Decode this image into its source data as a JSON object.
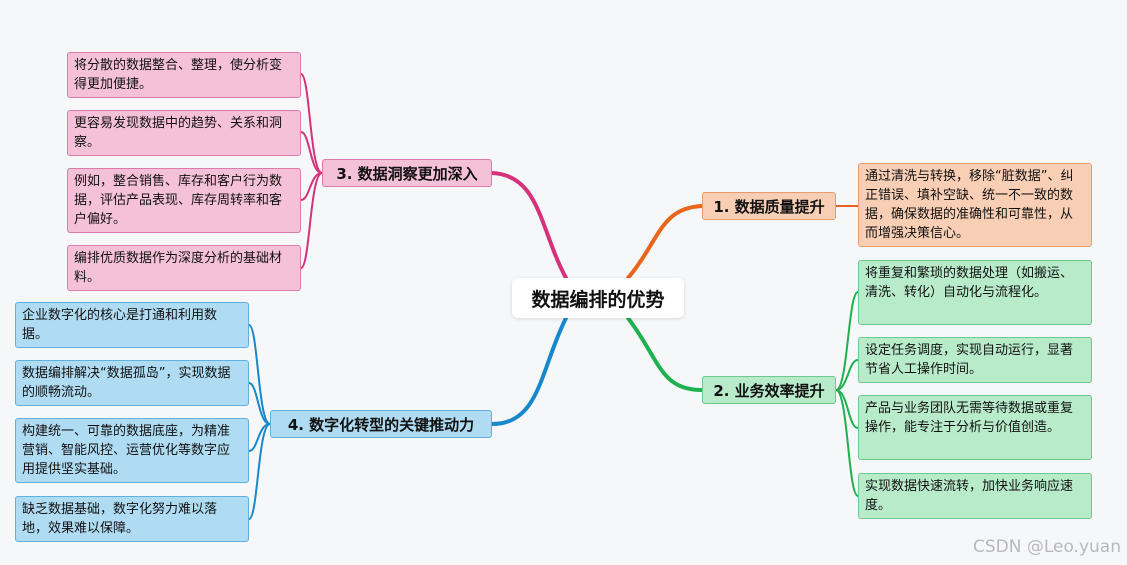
{
  "root": "数据编排的优势",
  "branches": {
    "b1": {
      "title": "1. 数据质量提升",
      "items": [
        "通过清洗与转换，移除“脏数据”、纠正错误、填补空缺、统一不一致的数据，确保数据的准确性和可靠性，从而增强决策信心。"
      ]
    },
    "b2": {
      "title": "2. 业务效率提升",
      "items": [
        "将重复和繁琐的数据处理（如搬运、清洗、转化）自动化与流程化。",
        "设定任务调度，实现自动运行，显著节省人工操作时间。",
        "产品与业务团队无需等待数据或重复操作，能专注于分析与价值创造。",
        "实现数据快速流转，加快业务响应速度。"
      ]
    },
    "b3": {
      "title": "3. 数据洞察更加深入",
      "items": [
        "将分散的数据整合、整理，使分析变得更加便捷。",
        "更容易发现数据中的趋势、关系和洞察。",
        "例如，整合销售、库存和客户行为数据，评估产品表现、库存周转率和客户偏好。",
        "编排优质数据作为深度分析的基础材料。"
      ]
    },
    "b4": {
      "title": "4. 数字化转型的关键推动力",
      "items": [
        "企业数字化的核心是打通和利用数据。",
        "数据编排解决“数据孤岛”，实现数据的顺畅流动。",
        "构建统一、可靠的数据底座，为精准营销、智能风控、运营优化等数字应用提供坚实基础。",
        "缺乏数据基础，数字化努力难以落地，效果难以保障。"
      ]
    }
  },
  "colors": {
    "b1": "#e8651c",
    "b2": "#1fb14f",
    "b3": "#d6327c",
    "b4": "#1788cc"
  },
  "watermark": "CSDN @Leo.yuan"
}
